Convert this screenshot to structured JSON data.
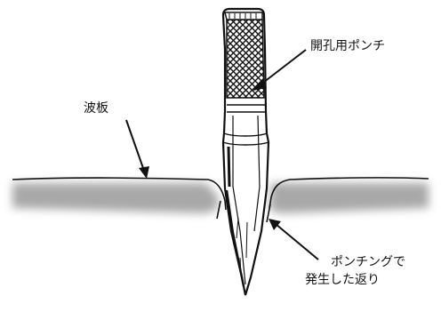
{
  "labels": {
    "punch": "開孔用ポンチ",
    "corrugated_plate": "波板",
    "burr_line1": "ポンチングで",
    "burr_line2": "発生した返り"
  },
  "colors": {
    "ink": "#111111",
    "shadow": "#9a9a9a",
    "background": "#ffffff"
  }
}
